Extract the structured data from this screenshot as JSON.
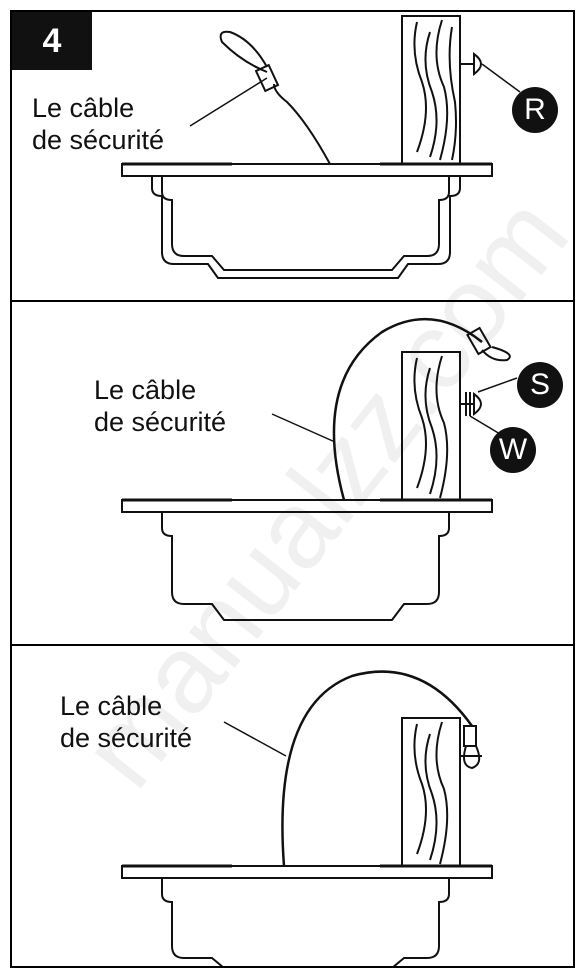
{
  "step_number": "4",
  "panels": [
    {
      "cable_label_line1": "Le câble",
      "cable_label_line2": "de sécurité",
      "markers": [
        "R"
      ]
    },
    {
      "cable_label_line1": "Le câble",
      "cable_label_line2": "de sécurité",
      "markers": [
        "S",
        "W"
      ]
    },
    {
      "cable_label_line1": "Le câble",
      "cable_label_line2": "de sécurité",
      "markers": []
    }
  ],
  "watermark": "manualzz.com"
}
